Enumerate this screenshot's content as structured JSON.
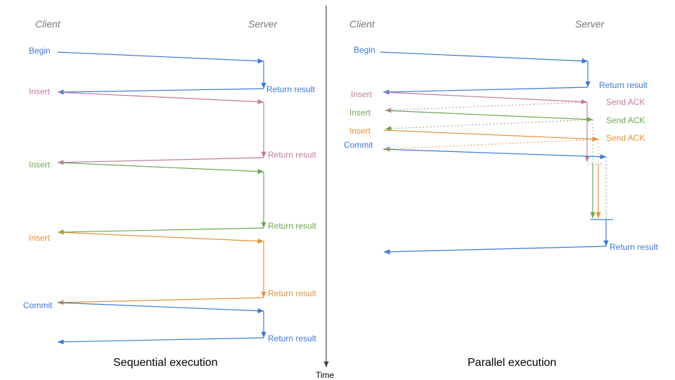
{
  "colors": {
    "blue": "#3c78d8",
    "pink": "#c27ba0",
    "green": "#6aa84f",
    "orange": "#e69138",
    "axis": "#444444"
  },
  "sequential": {
    "client": "Client",
    "server": "Server",
    "caption": "Sequential execution",
    "labels": {
      "begin": "Begin",
      "insert1": "Insert",
      "insert2": "Insert",
      "insert3": "Insert",
      "commit": "Commit",
      "return1": "Return result",
      "return2": "Return result",
      "return3": "Return result",
      "return4": "Return result",
      "return5": "Return result"
    }
  },
  "parallel": {
    "client": "Client",
    "server": "Server",
    "caption": "Parallel execution",
    "labels": {
      "begin": "Begin",
      "insert1": "Insert",
      "insert2": "Insert",
      "insert3": "Insert",
      "commit": "Commit",
      "return1": "Return result",
      "ack1": "Send ACK",
      "ack2": "Send ACK",
      "ack3": "Send ACK",
      "return2": "Return result"
    }
  },
  "time_label": "Time"
}
